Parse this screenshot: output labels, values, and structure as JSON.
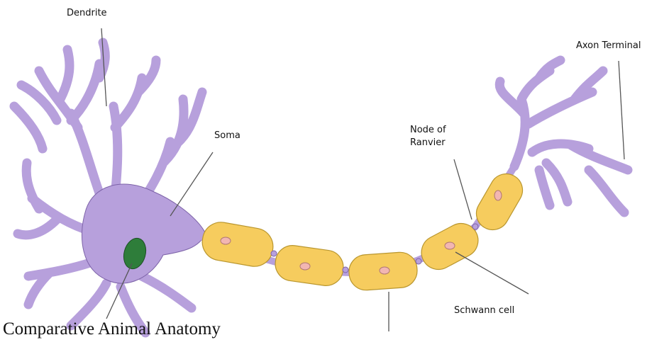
{
  "diagram": {
    "labels": {
      "dendrite": "Dendrite",
      "soma": "Soma",
      "node_of_ranvier": "Node of\nRanvier",
      "axon_terminal": "Axon Terminal",
      "schwann_cell": "Schwann cell"
    },
    "colors": {
      "neuron_body": "#b7a0dc",
      "neuron_outline": "#7d63a8",
      "nucleus": "#2e7d3a",
      "myelin": "#f6cc5e",
      "myelin_outline": "#b9962e",
      "schwann_nucleus": "#f2b6b2",
      "node": "#b7a0dc",
      "leader_line": "#555555"
    }
  },
  "footer": {
    "text": "Comparative Animal Anatomy"
  }
}
